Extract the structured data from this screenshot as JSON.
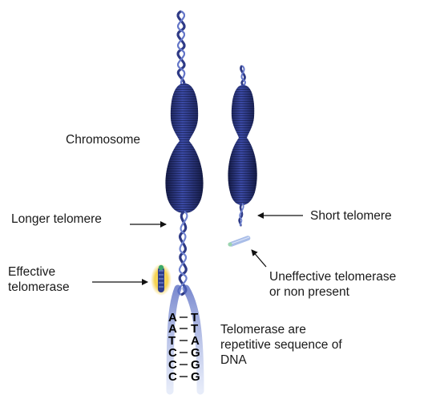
{
  "labels": {
    "chromosome": "Chromosome",
    "longer_telomere": "Longer telomere",
    "short_telomere": "Short telomere",
    "effective_telomerase": "Effective\ntelomerase",
    "uneffective_telomerase": "Uneffective telomerase\nor non present",
    "telomerase_note": "Telomerase are\nrepetitive sequence of\nDNA"
  },
  "base_pairs": [
    {
      "left": "A",
      "right": "T"
    },
    {
      "left": "A",
      "right": "T"
    },
    {
      "left": "T",
      "right": "A"
    },
    {
      "left": "C",
      "right": "G"
    },
    {
      "left": "C",
      "right": "G"
    },
    {
      "left": "C",
      "right": "G"
    }
  ],
  "colors": {
    "chromosome": "#2e3a86",
    "chromosome_dark": "#18204f",
    "dna": "#3b4aa0",
    "dna_light": "#7d92d6",
    "glow": "#f5d24a",
    "telomerase_green": "#3aa86a"
  }
}
